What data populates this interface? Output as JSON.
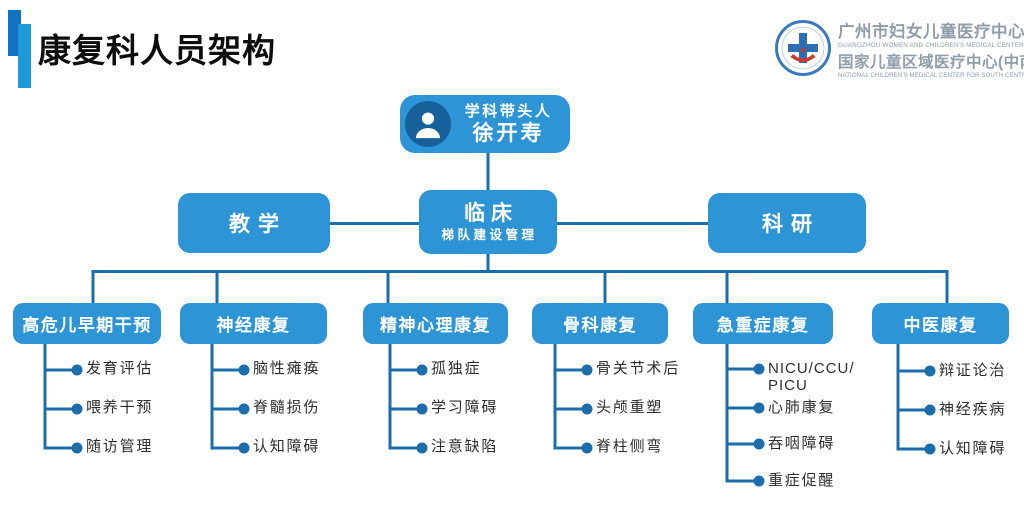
{
  "page": {
    "title": "康复科人员架构"
  },
  "logo": {
    "org_cn": "广州市妇女儿童医疗中心",
    "org_en": "GUANGZHOU WOMEN AND CHILDREN'S MEDICAL CENTER",
    "center_cn": "国家儿童区域医疗中心(中南)",
    "center_en": "NATIONAL CHILDREN'S MEDICAL CENTER FOR SOUTH CENTRAL REGION"
  },
  "tree": {
    "root": {
      "role": "学科带头人",
      "name": "徐开寿"
    },
    "level2": [
      {
        "label": "教学"
      },
      {
        "label": "临床",
        "sublabel": "梯队建设管理"
      },
      {
        "label": "科研"
      }
    ],
    "columns": [
      {
        "label": "高危儿早期干预",
        "items": [
          "发育评估",
          "喂养干预",
          "随访管理"
        ]
      },
      {
        "label": "神经康复",
        "items": [
          "脑性瘫痪",
          "脊髓损伤",
          "认知障碍"
        ]
      },
      {
        "label": "精神心理康复",
        "items": [
          "孤独症",
          "学习障碍",
          "注意缺陷"
        ]
      },
      {
        "label": "骨科康复",
        "items": [
          "骨关节术后",
          "头颅重塑",
          "脊柱侧弯"
        ]
      },
      {
        "label": "急重症康复",
        "items": [
          "NICU/CCU/\nPICU",
          "心肺康复",
          "吞咽障碍",
          "重症促醒"
        ]
      },
      {
        "label": "中医康复",
        "items": [
          "辩证论治",
          "神经疾病",
          "认知障碍"
        ]
      }
    ]
  },
  "colors": {
    "node_fill": "#2d95d5",
    "connector": "#1b6dab",
    "avatar_circle": "#17619a",
    "accent_bar_dark": "#1173c1",
    "accent_bar_light": "#1e9ad9",
    "logo_text": "#8f9dab"
  }
}
